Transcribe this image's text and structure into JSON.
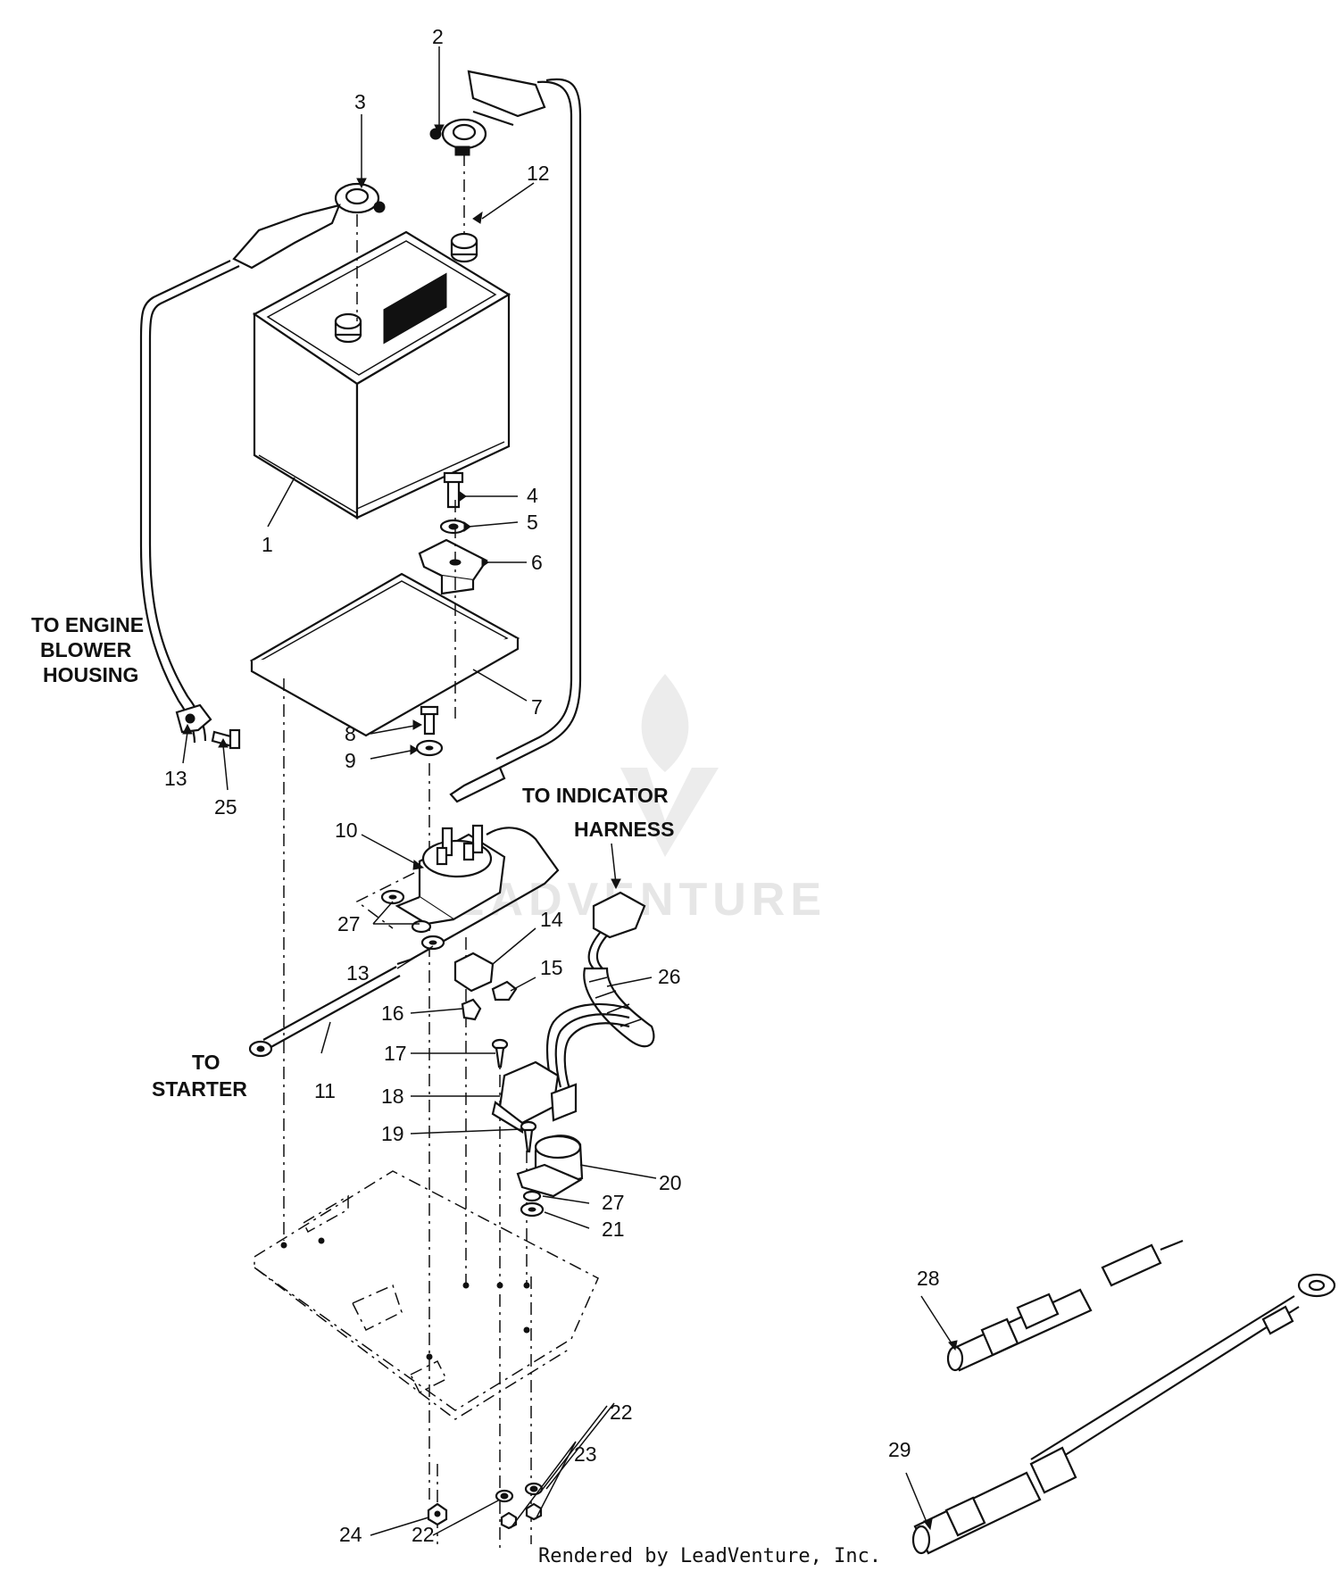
{
  "labels": {
    "n1": "1",
    "n2": "2",
    "n3": "3",
    "n4": "4",
    "n5": "5",
    "n6": "6",
    "n7": "7",
    "n8": "8",
    "n9": "9",
    "n10": "10",
    "n11": "11",
    "n12": "12",
    "n13a": "13",
    "n13b": "13",
    "n14": "14",
    "n15": "15",
    "n16": "16",
    "n17": "17",
    "n18": "18",
    "n19": "19",
    "n20": "20",
    "n21": "21",
    "n22a": "22",
    "n22b": "22",
    "n23": "23",
    "n24": "24",
    "n25": "25",
    "n26": "26",
    "n27a": "27",
    "n27b": "27",
    "n28": "28",
    "n29": "29"
  },
  "callouts": {
    "engine_line1": "TO ENGINE",
    "engine_line2": "BLOWER",
    "engine_line3": "HOUSING",
    "indicator_line1": "TO INDICATOR",
    "indicator_line2": "HARNESS",
    "starter_line1": "TO",
    "starter_line2": "STARTER"
  },
  "watermark": "LEADVENTURE",
  "footer": "Rendered by LeadVenture, Inc."
}
